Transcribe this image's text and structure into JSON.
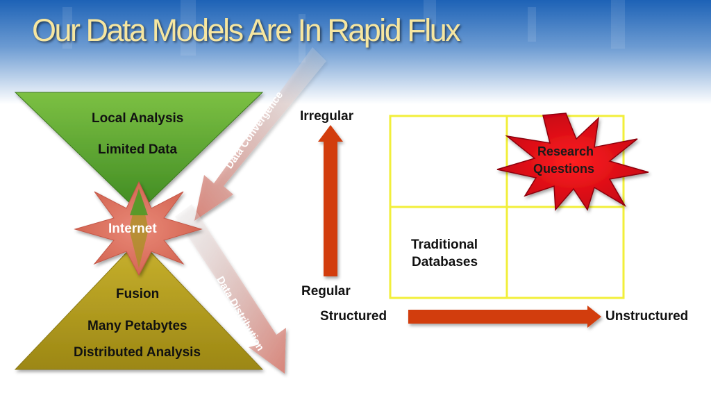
{
  "title": "Our Data Models Are In Rapid Flux",
  "hourglass": {
    "top_lines": [
      "Local Analysis",
      "Limited Data"
    ],
    "center_label": "Internet",
    "bottom_lines": [
      "Fusion",
      "Many Petabytes",
      "Distributed Analysis"
    ],
    "arrow_in_label": "Data Convergence",
    "arrow_out_label": "Data Distribution"
  },
  "quadrant": {
    "y_axis": {
      "top": "Irregular",
      "bottom": "Regular"
    },
    "x_axis": {
      "left": "Structured",
      "right": "Unstructured"
    },
    "starburst_label": [
      "Research",
      "Questions"
    ],
    "cell_label": [
      "Traditional",
      "Databases"
    ]
  },
  "colors": {
    "green": "#5aa830",
    "olive": "#b09a1e",
    "salmon": "#e07060",
    "axis_arrow": "#d23c0a",
    "grid_line": "#f2ef3a",
    "starburst": "#e0141c"
  }
}
